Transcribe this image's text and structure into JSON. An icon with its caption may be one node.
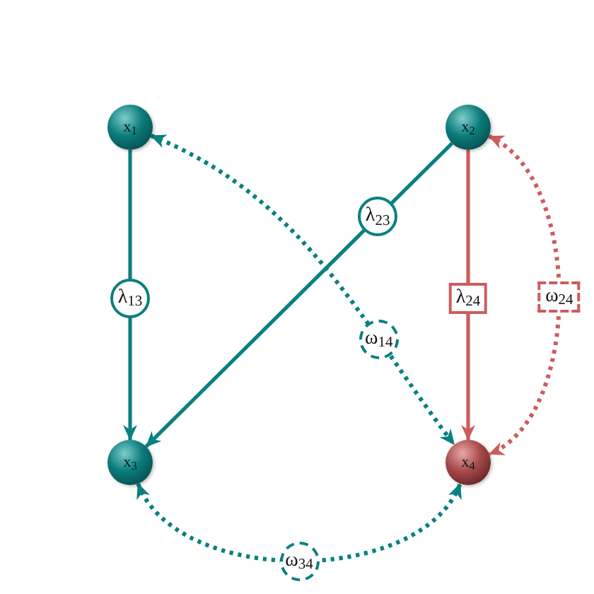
{
  "diagram": {
    "nodes": [
      {
        "text": [
          "x$_{1}$"
        ]
      },
      {
        "text": [
          "x$_{2}$"
        ]
      },
      {
        "text": [
          "x$_{3}$"
        ]
      },
      {
        "text": [
          "x$_{4}$"
        ]
      }
    ],
    "edges": [
      {
        "from": 0,
        "to": 2,
        "arrow": "to",
        "label": "λ$_{13}$"
      },
      {
        "from": 1,
        "to": 2,
        "arrow": "to",
        "label": "λ$_{23}$"
      },
      {
        "from": 1,
        "to": 3,
        "arrow": "to",
        "label": "λ$_{24}$",
        "color": "#cd5c5c"
      },
      {
        "from": 0,
        "to": 3,
        "arrow": "both",
        "label": "ω$_{14}$",
        "style": "dashed"
      },
      {
        "from": 1,
        "to": 3,
        "arrow": "both",
        "label": "ω$_{24}$",
        "style": "dashed",
        "color": "#cd5c5c"
      },
      {
        "from": 2,
        "to": 3,
        "arrow": "both",
        "label": "ω$_{34}$",
        "style": "dashed"
      }
    ]
  }
}
